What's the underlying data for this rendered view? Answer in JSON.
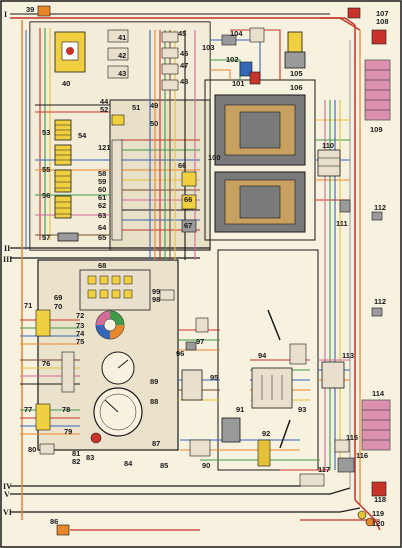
{
  "diagram": {
    "roman_labels": [
      "I",
      "II",
      "III",
      "IV",
      "V",
      "VI"
    ],
    "numbers": {
      "n39": "39",
      "n40": "40",
      "n41": "41",
      "n42": "42",
      "n43": "43",
      "n44": "44",
      "n45": "45",
      "n46": "46",
      "n47": "47",
      "n48": "48",
      "n49": "49",
      "n50": "50",
      "n51": "51",
      "n52": "52",
      "n53": "53",
      "n54": "54",
      "n55": "55",
      "n56": "56",
      "n57": "57",
      "n58": "58",
      "n59": "59",
      "n60": "60",
      "n61": "61",
      "n62": "62",
      "n63": "63",
      "n64": "64",
      "n65": "65",
      "n66": "66",
      "n67": "67",
      "n68": "68",
      "n69": "69",
      "n70": "70",
      "n71": "71",
      "n72": "72",
      "n73": "73",
      "n74": "74",
      "n75": "75",
      "n76": "76",
      "n77": "77",
      "n78": "78",
      "n79": "79",
      "n80": "80",
      "n81": "81",
      "n82": "82",
      "n83": "83",
      "n84": "84",
      "n85": "85",
      "n86": "86",
      "n87": "87",
      "n88": "88",
      "n89": "89",
      "n90": "90",
      "n91": "91",
      "n92": "92",
      "n93": "93",
      "n94": "94",
      "n95": "95",
      "n96": "96",
      "n97": "97",
      "n98": "98",
      "n99": "99",
      "n100": "100",
      "n101": "101",
      "n102": "102",
      "n103": "103",
      "n104": "104",
      "n105": "105",
      "n106": "106",
      "n107": "107",
      "n108": "108",
      "n109": "109",
      "n110": "110",
      "n111": "111",
      "n112": "112",
      "n113": "113",
      "n114": "114",
      "n115": "115",
      "n116": "116",
      "n117": "117",
      "n118": "118",
      "n119": "119",
      "n120": "120",
      "n121": "121"
    },
    "colors": {
      "background": "#f7f1df",
      "wire_red": "#c8342a",
      "wire_orange": "#e8862a",
      "wire_yellow": "#e3c23a",
      "wire_green": "#3f9a4a",
      "wire_blue": "#3566b8",
      "wire_brown": "#7a4a2a",
      "wire_black": "#1a1a1a",
      "wire_pink": "#d26a9a",
      "wire_gray": "#9a9a9a",
      "connector_fill": "#f0d040",
      "ecu_fill": "#7a7a7a",
      "panel_fill": "#e8dfcc"
    }
  }
}
